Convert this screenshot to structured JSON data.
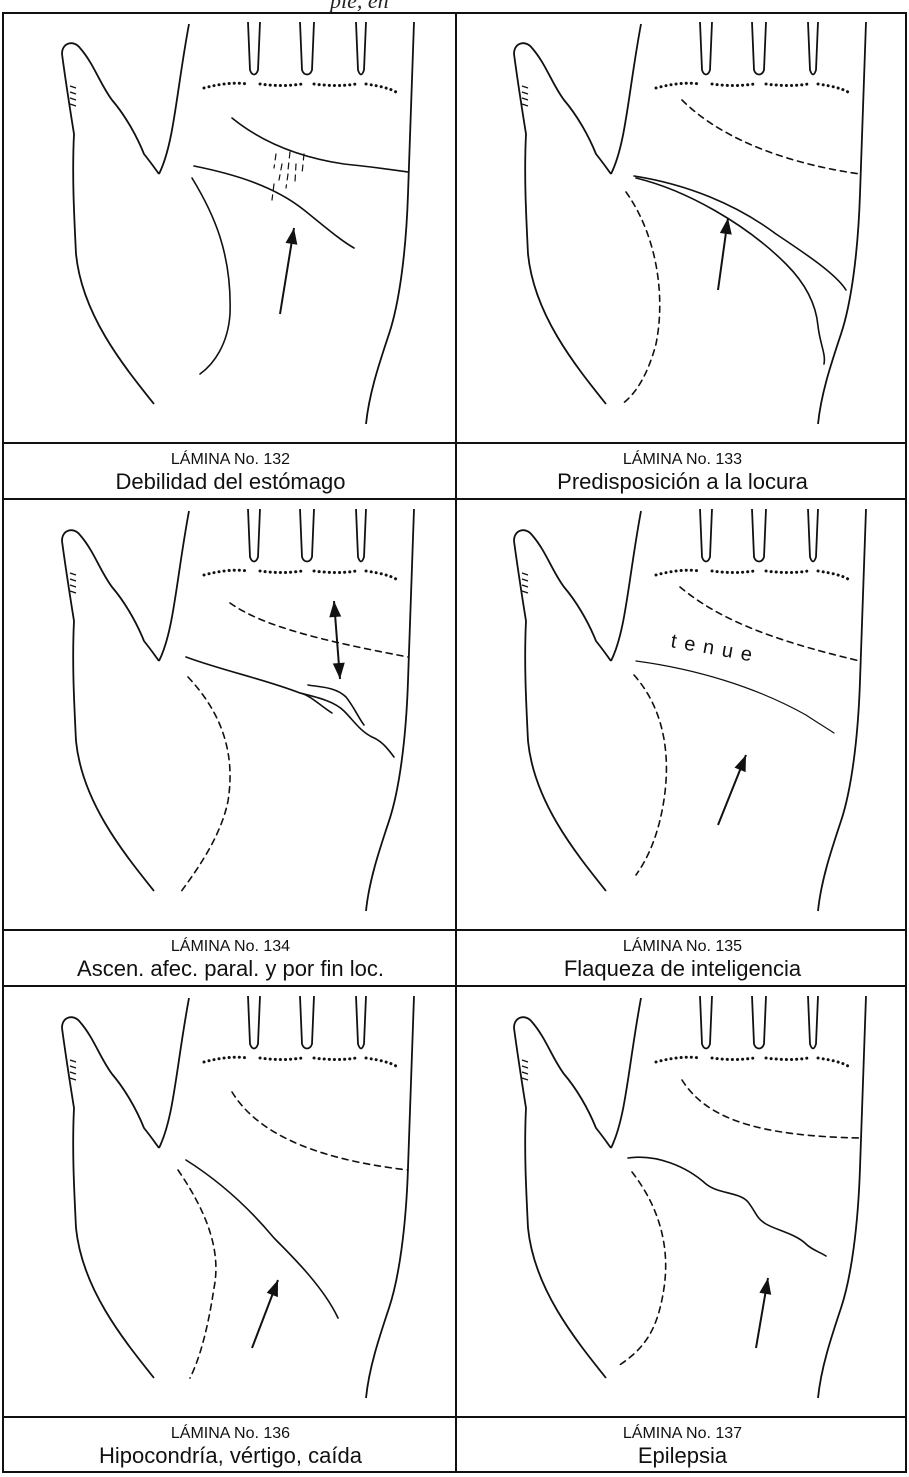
{
  "header_text": "pie, en",
  "plates": [
    {
      "number": "LÁMINA No. 132",
      "title": "Debilidad del estómago",
      "variant": "132",
      "annotation": ""
    },
    {
      "number": "LÁMINA No. 133",
      "title": "Predisposición a la locura",
      "variant": "133",
      "annotation": ""
    },
    {
      "number": "LÁMINA No. 134",
      "title": "Ascen. afec. paral. y por fin loc.",
      "variant": "134",
      "annotation": ""
    },
    {
      "number": "LÁMINA No. 135",
      "title": "Flaqueza de inteligencia",
      "variant": "135",
      "annotation": "tenue"
    },
    {
      "number": "LÁMINA No. 136",
      "title": "Hipocondría, vértigo, caída",
      "variant": "136",
      "annotation": ""
    },
    {
      "number": "LÁMINA No. 137",
      "title": "Epilepsia",
      "variant": "137",
      "annotation": ""
    }
  ]
}
